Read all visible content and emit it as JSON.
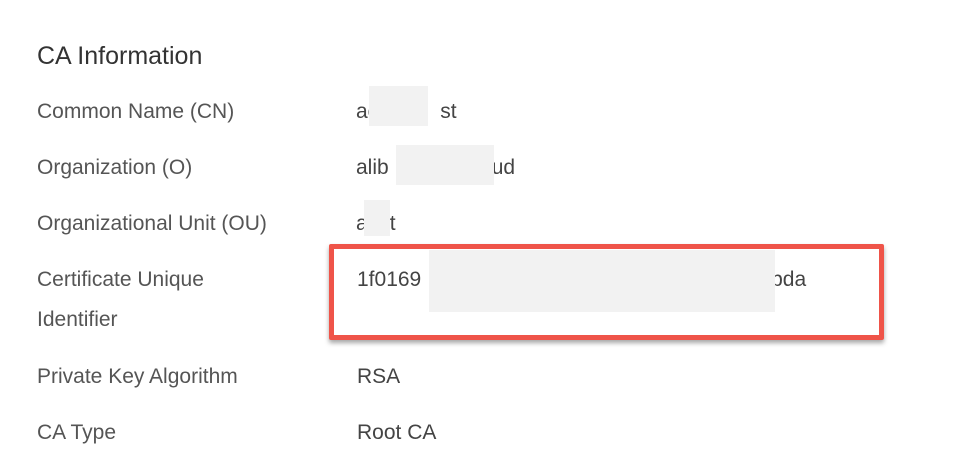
{
  "section": {
    "title": "CA Information"
  },
  "fields": {
    "common_name": {
      "label": "Common Name (CN)",
      "value_start": "ac",
      "value_end": "st"
    },
    "organization": {
      "label": "Organization (O)",
      "value_start": "alib",
      "value_end": "ud"
    },
    "organizational_unit": {
      "label": "Organizational Unit (OU)",
      "value_start": "a",
      "value_end": "t"
    },
    "certificate_unique_identifier": {
      "label_line1": "Certificate Unique",
      "label_line2": "Identifier",
      "value_start": "1f0169",
      "value_end": "c3ebda"
    },
    "private_key_algorithm": {
      "label": "Private Key Algorithm",
      "value": "RSA"
    },
    "ca_type": {
      "label": "CA Type",
      "value": "Root CA"
    }
  },
  "annotation": {
    "highlight_color": "#ef5449",
    "redaction_color": "#f2f2f2"
  }
}
